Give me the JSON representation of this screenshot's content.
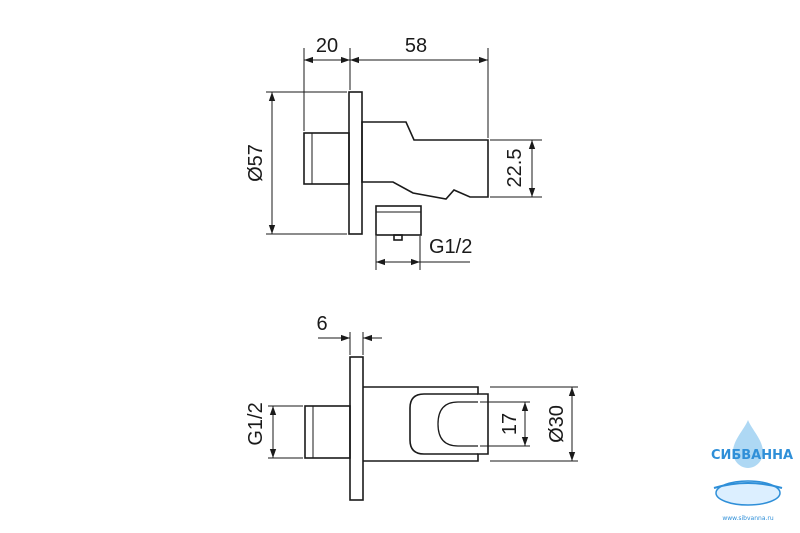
{
  "top_view": {
    "dim_width_left": "20",
    "dim_width_right": "58",
    "dim_diameter_flange": "Ø57",
    "dim_height_holder": "22.5",
    "dim_thread_outlet": "G1/2"
  },
  "bottom_view": {
    "dim_flange_thickness": "6",
    "dim_thread_inlet": "G1/2",
    "dim_holder_inner": "17",
    "dim_diameter_holder": "Ø30"
  },
  "watermark": {
    "brand": "СИБВАННА",
    "url": "www.sibvanna.ru",
    "color_primary": "#2f8fd8",
    "color_accent": "#8cc8f0"
  }
}
